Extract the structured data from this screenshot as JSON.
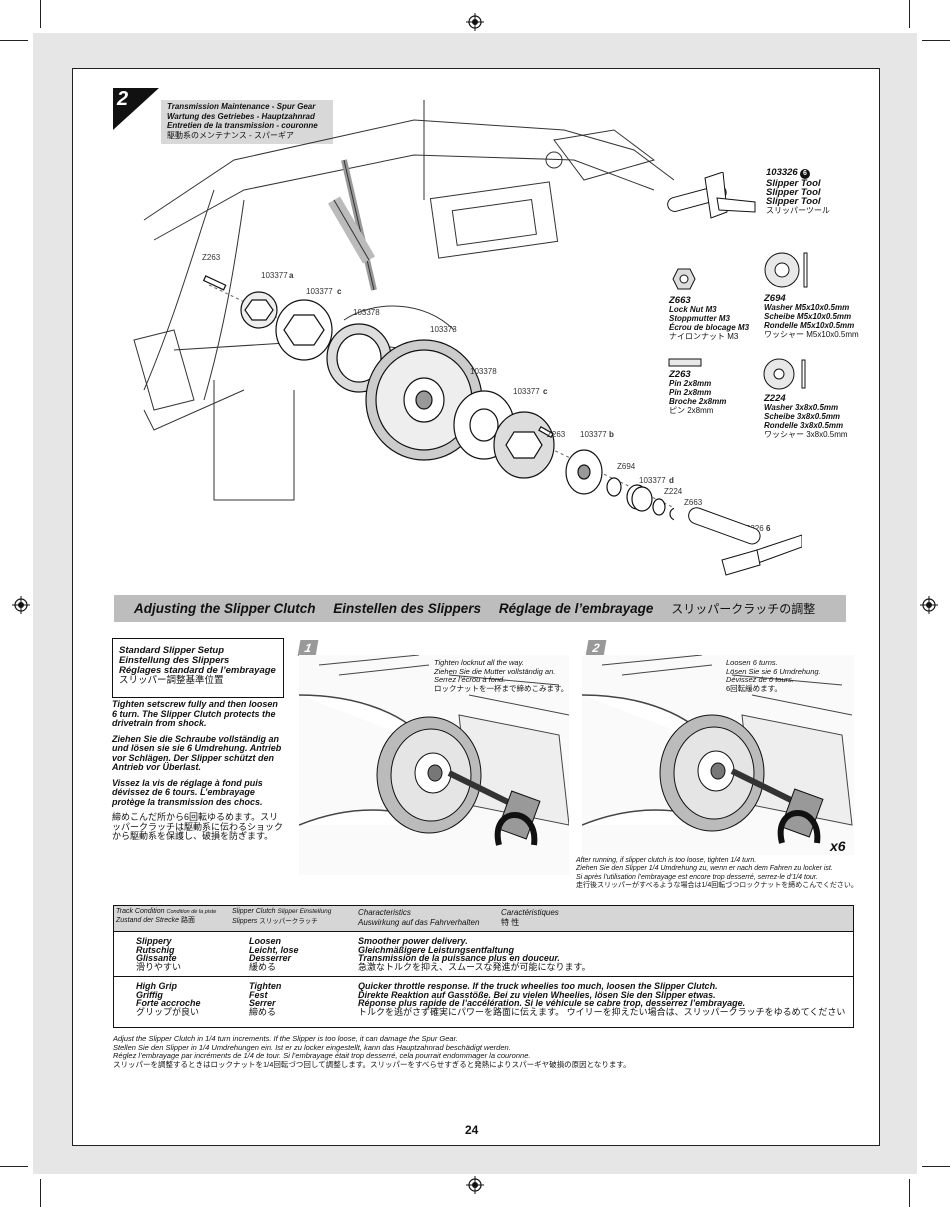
{
  "step": {
    "number": "2",
    "titles": [
      "Transmission Maintenance - Spur Gear",
      "Wartung des Getriebes - Hauptzahnrad",
      "Entretien de la transmission - couronne",
      "駆動系のメンテナンス - スパーギア"
    ]
  },
  "callouts": {
    "z263_a": "Z263",
    "p103377_a": "103377",
    "p103377_c1": "103377",
    "p103378_a": "103378",
    "p103373": "103373",
    "p103378_b": "103378",
    "p103377_c2": "103377",
    "z263_b": "Z263",
    "p103377_b": "103377",
    "z694": "Z694",
    "p103377_d": "103377",
    "z224": "Z224",
    "z663": "Z663",
    "p103326": "103326",
    "badge_a": "a",
    "badge_c": "c",
    "badge_b": "b",
    "badge_d": "d",
    "badge_6": "6"
  },
  "parts": {
    "tool": {
      "code": "103326",
      "badge": "6",
      "lines": [
        "Slipper Tool",
        "Slipper Tool",
        "Slipper Tool"
      ],
      "jp": "スリッパーツール"
    },
    "z663": {
      "code": "Z663",
      "lines": [
        "Lock Nut M3",
        "Stoppmutter M3",
        "Écrou de blocage M3"
      ],
      "jp": "ナイロンナット M3"
    },
    "z694": {
      "code": "Z694",
      "lines": [
        "Washer M5x10x0.5mm",
        "Scheibe M5x10x0.5mm",
        "Rondelle M5x10x0.5mm"
      ],
      "jp": "ワッシャー M5x10x0.5mm"
    },
    "z263": {
      "code": "Z263",
      "lines": [
        "Pin 2x8mm",
        "Pin 2x8mm",
        "Broche 2x8mm"
      ],
      "jp": "ピン 2x8mm"
    },
    "z224": {
      "code": "Z224",
      "lines": [
        "Washer 3x8x0.5mm",
        "Scheibe 3x8x0.5mm",
        "Rondelle 3x8x0.5mm"
      ],
      "jp": "ワッシャー 3x8x0.5mm"
    }
  },
  "banner": {
    "en": "Adjusting the Slipper Clutch",
    "de": "Einstellen des Slippers",
    "fr": "Réglage de l’embrayage",
    "jp": "スリッパークラッチの調整"
  },
  "setup": {
    "box": [
      "Standard Slipper Setup",
      "Einstellung des Slippers",
      "Réglages standard de l’embrayage",
      "スリッパー調整基準位置"
    ],
    "en": "Tighten setscrew fully and then loosen 6 turn. The Slipper Clutch protects the drivetrain from shock.",
    "de": "Ziehen Sie die Schraube vollständig an und lösen sie sie 6 Umdrehung.  Antrieb vor Schlägen. Der Slipper schützt den Antrieb vor Überlast.",
    "fr": "Vissez la vis de réglage à fond puis dévissez de 6 tours. L’embrayage protège la transmission des chocs.",
    "jp": "締めこんだ所から6回転ゆるめます。スリッパークラッチは駆動系に伝わるショックから駆動系を保護し、破損を防ぎます。"
  },
  "photo1": {
    "badge": "1",
    "caption": [
      "Tighten locknut all the way.",
      "Ziehen Sie die Mutter vollständig an.",
      "Serrez l’écrou à fond.",
      "ロックナットを一杯まで締めこみます。"
    ]
  },
  "photo2": {
    "badge": "2",
    "caption": [
      "Loosen 6 turns.",
      "Lösen Sie sie 6 Umdrehung.",
      "Dévissez de 6 tours.",
      "6回転緩めます。"
    ],
    "multiplier": "x6"
  },
  "after_running": [
    "After running, if slipper clutch is too loose, tighten 1/4 turn.",
    "Ziehen Sie den Slipper 1/4 Umdrehung zu, wenn er nach dem Fahren zu locker ist.",
    "Si après l’utilisation l’embrayage est encore trop desserré, serrez-le d’1/4 tour.",
    "走行後スリッパーがすべるような場合は1/4回転づつロックナットを締めこんでください。"
  ],
  "table": {
    "headers": {
      "track_en": "Track Condition",
      "track_fr": "Condition de la piste",
      "track_de": "Zustand der Strecke",
      "track_jp": "路面",
      "slipper_en": "Slipper Clutch",
      "slipper_de": "Slipper Einstellung",
      "slipper_fr": "Slippers",
      "slipper_jp": "スリッパークラッチ",
      "char_en": "Characteristics",
      "char_de": "Auswirkung auf das Fahrverhalten",
      "char_fr": "Caractéristiques",
      "char_jp": "特 性"
    },
    "rows": [
      {
        "track": [
          "Slippery",
          "Rutschig",
          "Glissante"
        ],
        "track_jp": "滑りやすい",
        "slipper": [
          "Loosen",
          "Leicht, lose",
          "Desserrer"
        ],
        "slipper_jp": "緩める",
        "char": [
          "Smoother power delivery.",
          "Gleichmäßigere Leistungsentfaltung",
          "Transmission de la puissance plus en douceur."
        ],
        "char_jp": "急激なトルクを抑え、スムースな発進が可能になります。"
      },
      {
        "track": [
          "High Grip",
          "Griffig",
          "Forte accroche"
        ],
        "track_jp": "グリップが良い",
        "slipper": [
          "Tighten",
          "Fest",
          "Serrer"
        ],
        "slipper_jp": "締める",
        "char": [
          "Quicker throttle response. If the truck wheelies too much, loosen the Slipper Clutch.",
          "Direkte Reaktion auf Gasstöße. Bei zu vielen Wheelies, lösen Sie den Slipper etwas.",
          "Réponse plus rapide de l’accélération. Si le véhicule se cabre trop, desserrez l’embrayage."
        ],
        "char_jp": "トルクを逃がさず確実にパワーを路面に伝えます。 ウイリーを抑えたい場合は、スリッパークラッチをゆるめてください"
      }
    ]
  },
  "footnote": [
    "Adjust the Slipper Clutch in 1/4 turn increments. If the Slipper is too loose, it can damage the Spur Gear.",
    "Stellen Sie den Slipper in 1/4 Umdrehungen ein. Ist er zu locker eingestellt, kann das Hauptzahnrad beschädigt werden.",
    "Réglez l’embrayage par incréments de 1/4 de tour. Si l’embrayage était trop desserré, cela pourrait endommager la couronne.",
    "スリッパーを調整するときはロックナットを1/4回転づつ回して調整します。スリッパーをすべらせすぎると発熱によりスパーギヤ破損の原因となります。"
  ],
  "page_number": "24",
  "colors": {
    "bleed": "#e6e6e6",
    "banner": "#bdbdbd",
    "title_box": "#d8d8d8",
    "badge": "#999999"
  }
}
